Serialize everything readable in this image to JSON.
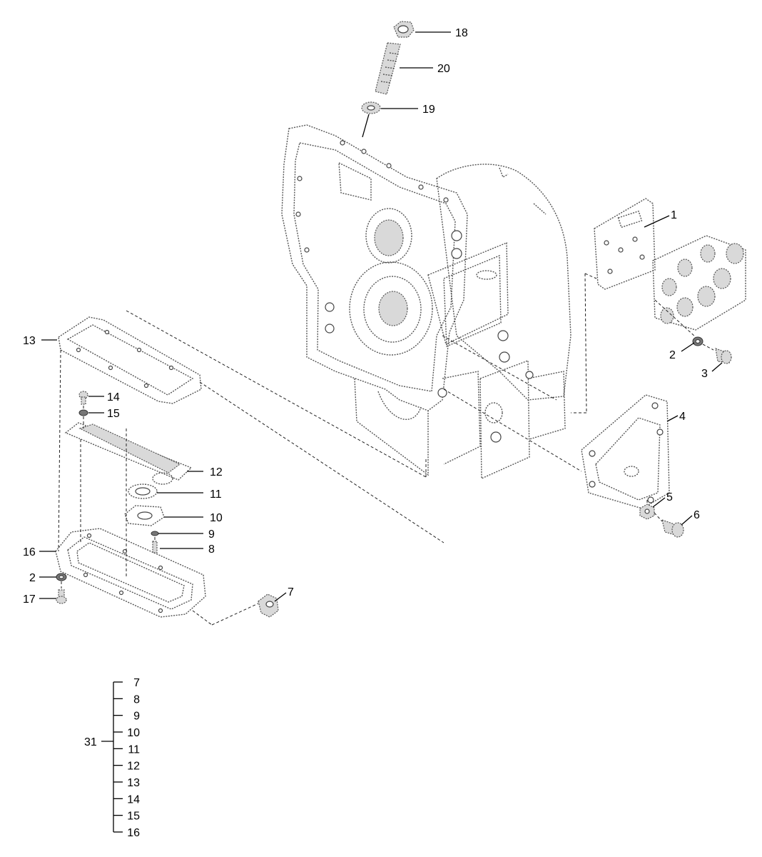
{
  "callouts": {
    "c1": "1",
    "c2a": "2",
    "c3": "3",
    "c4": "4",
    "c5": "5",
    "c6": "6",
    "c7": "7",
    "c8": "8",
    "c9": "9",
    "c10": "10",
    "c11": "11",
    "c12": "12",
    "c13": "13",
    "c14": "14",
    "c15": "15",
    "c16": "16",
    "c2b": "2",
    "c17": "17",
    "c18": "18",
    "c19": "19",
    "c20": "20"
  },
  "kit": {
    "label": "31",
    "items": [
      "7",
      "8",
      "9",
      "10",
      "11",
      "12",
      "13",
      "14",
      "15",
      "16"
    ]
  }
}
